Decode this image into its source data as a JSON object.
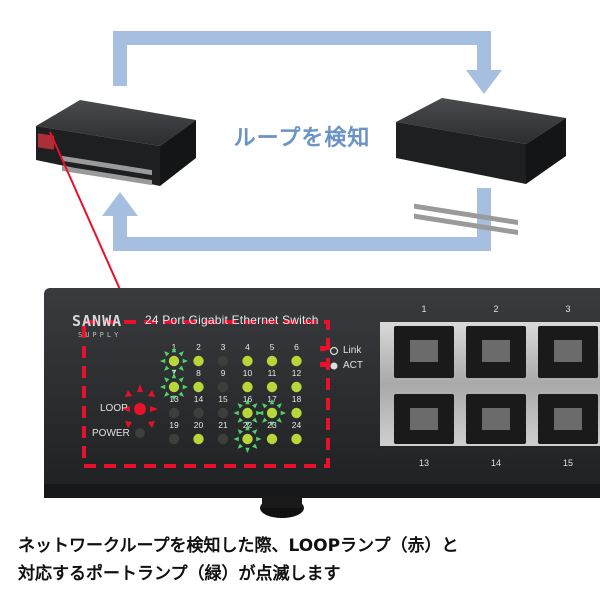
{
  "arrow_caption": "ループを検知",
  "switch_panel": {
    "brand": "SANWA",
    "brand_sub": "SUPPLY",
    "title": "24 Port Gigabit Ethernet Switch",
    "loop_label": "LOOP",
    "power_label": "POWER",
    "legend_link": "Link",
    "legend_act": "ACT",
    "led_numbers": [
      "1",
      "2",
      "3",
      "4",
      "5",
      "6",
      "7",
      "8",
      "9",
      "10",
      "11",
      "12",
      "13",
      "14",
      "15",
      "16",
      "17",
      "18",
      "19",
      "20",
      "21",
      "22",
      "23",
      "24"
    ],
    "port_numbers_top": [
      "1",
      "2",
      "3"
    ],
    "port_numbers_bottom": [
      "13",
      "14",
      "15"
    ]
  },
  "bottom_text": {
    "line1": "ネットワークループを検知した際、LOOPランプ（赤）と",
    "line2": "対応するポートランプ（緑）が点滅します"
  },
  "colors": {
    "arrow": "#a6bfe0",
    "highlight": "#e8102a",
    "led_green": "#b6d63a",
    "led_dark": "#3c3f3a",
    "led_red": "#e8102a",
    "panel": "#2a2b2d"
  }
}
